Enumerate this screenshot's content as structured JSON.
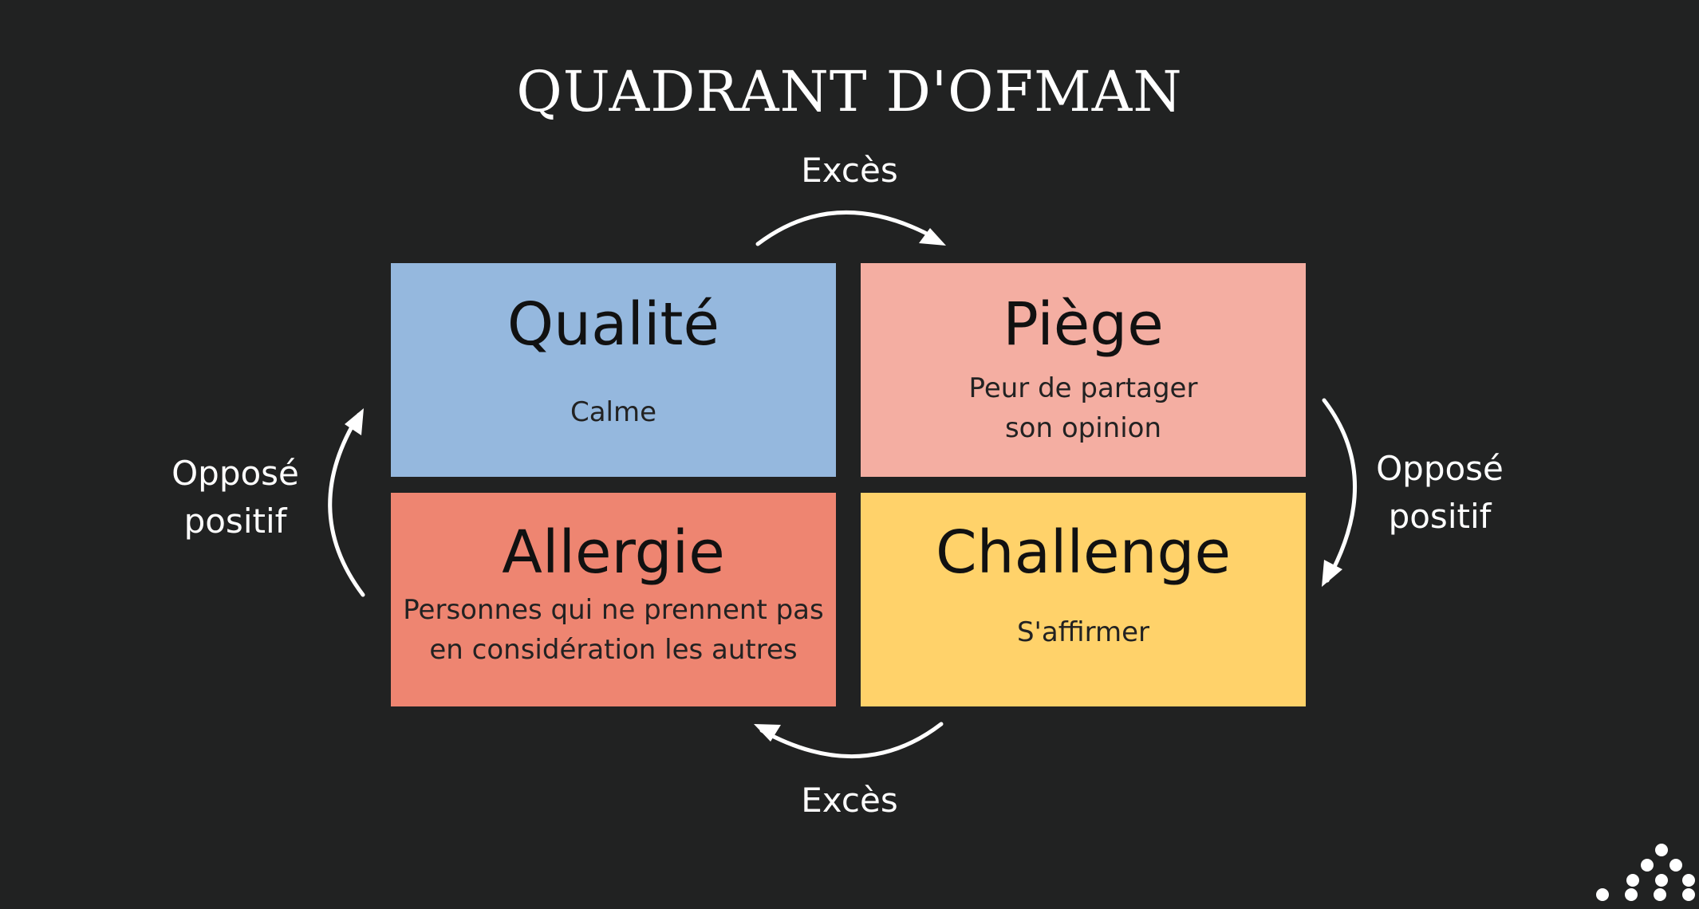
{
  "title": "QUADRANT D'OFMAN",
  "quadrants": {
    "quality": {
      "title": "Qualité",
      "description": "Calme",
      "color": "#95b8de"
    },
    "trap": {
      "title": "Piège",
      "description": "Peur de partager\nson opinion",
      "color": "#f4aea2"
    },
    "allergy": {
      "title": "Allergie",
      "description": "Personnes qui ne prennent pas\nen considération les autres",
      "color": "#ee8571"
    },
    "challenge": {
      "title": "Challenge",
      "description": "S'affirmer",
      "color": "#ffd26a"
    }
  },
  "labels": {
    "top": "Excès",
    "bottom": "Excès",
    "left": "Opposé\npositif",
    "right": "Opposé\npositif"
  },
  "icons": {
    "arrows": "curved-arrow-icon",
    "logo": "dots-logo-icon"
  },
  "colors": {
    "background": "#212222",
    "text": "#ffffff"
  }
}
